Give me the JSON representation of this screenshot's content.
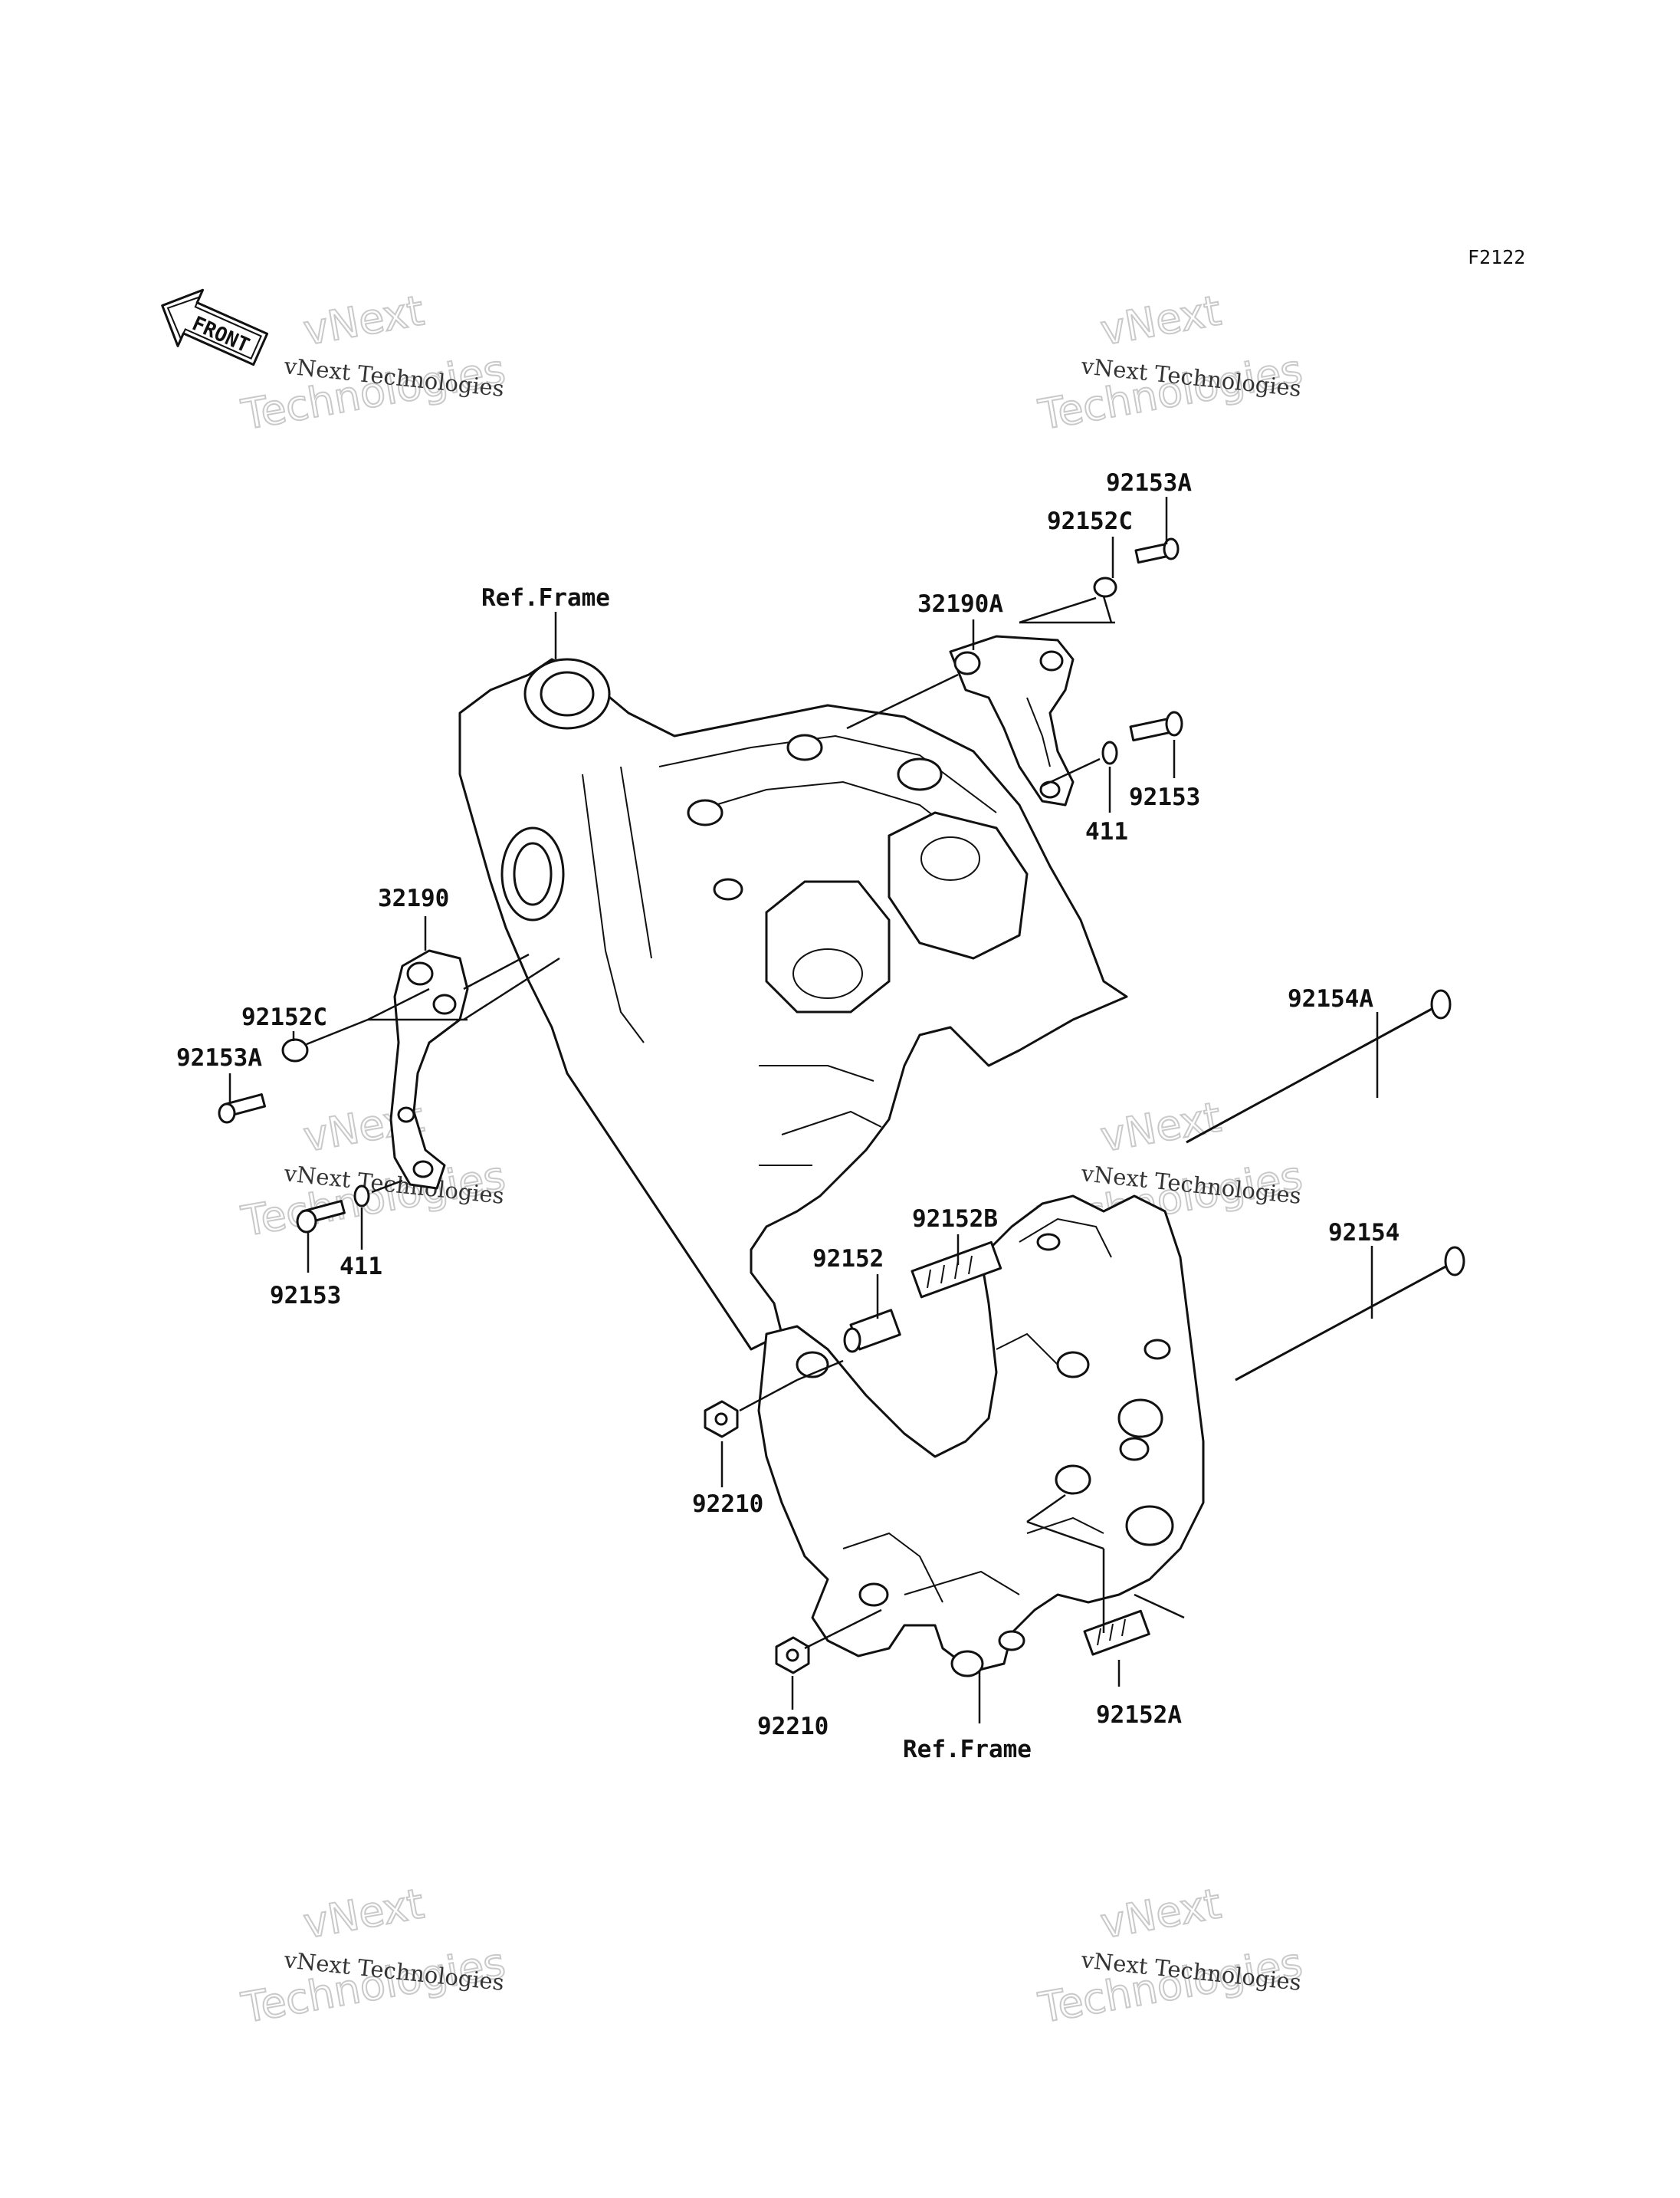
{
  "diagram": {
    "figure_code": "F2122",
    "front_arrow_text": "FRONT",
    "watermark": {
      "line1": "vNext Technologies",
      "big_line1": "vNext",
      "big_line2": "Technologies"
    },
    "labels": {
      "ref_frame_top": "Ref.Frame",
      "ref_frame_bottom": "Ref.Frame",
      "p32190A": "32190A",
      "p92152C_top": "92152C",
      "p92153A_top": "92153A",
      "p92153_top": "92153",
      "p411_top": "411",
      "p32190": "32190",
      "p92152C_left": "92152C",
      "p92153A_left": "92153A",
      "p411_left": "411",
      "p92153_left": "92153",
      "p92154A": "92154A",
      "p92154": "92154",
      "p92152B": "92152B",
      "p92152": "92152",
      "p92210_upper": "92210",
      "p92210_lower": "92210",
      "p92152A": "92152A"
    }
  }
}
